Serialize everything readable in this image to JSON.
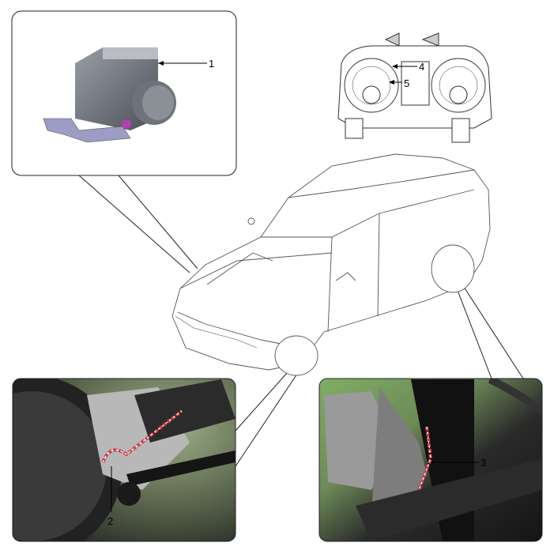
{
  "callouts": {
    "abs_unit": "1",
    "front_sensor": "2",
    "rear_sensor": "3",
    "cluster_upper": "4",
    "cluster_lower": "5"
  },
  "colors": {
    "harness_highlight": "#d23a4a",
    "line": "#222222",
    "photo_green": "#7a9a5a"
  }
}
